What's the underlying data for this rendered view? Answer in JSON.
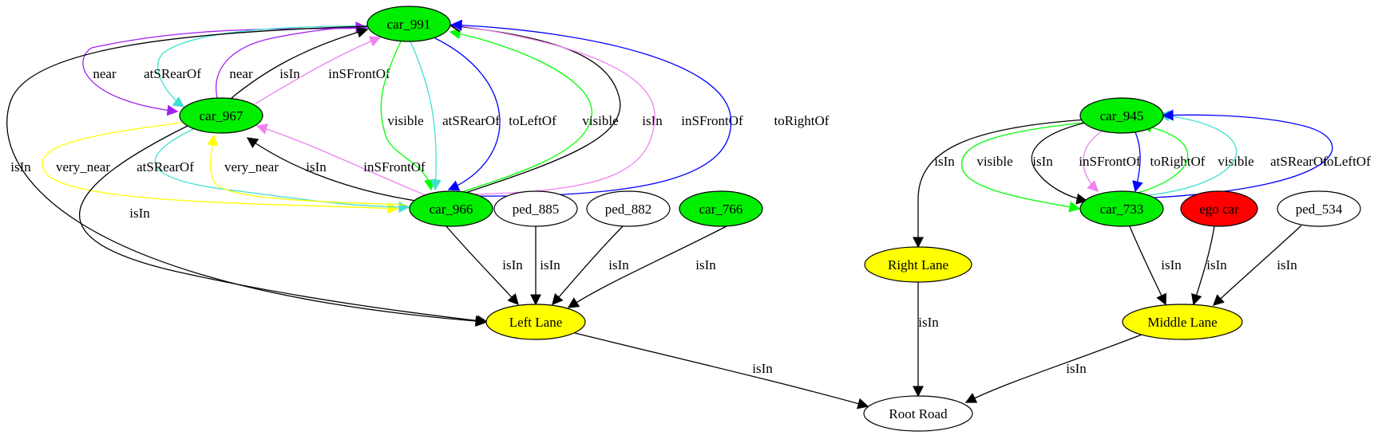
{
  "colors": {
    "green": "#00ee00",
    "yellow": "#ffff00",
    "red": "#ff0000",
    "white": "#ffffff",
    "black": "#000000",
    "purple": "#a020f0",
    "turquoise": "#40e0d0",
    "blue": "#0000ff",
    "violet": "#ee82ee",
    "lime": "#00ff00",
    "gold": "#ffff00"
  },
  "graph": {
    "nodes": [
      {
        "id": "car_991",
        "label": "car_991",
        "fill": "green"
      },
      {
        "id": "car_967",
        "label": "car_967",
        "fill": "green"
      },
      {
        "id": "car_966",
        "label": "car_966",
        "fill": "green"
      },
      {
        "id": "ped_885",
        "label": "ped_885",
        "fill": "white"
      },
      {
        "id": "ped_882",
        "label": "ped_882",
        "fill": "white"
      },
      {
        "id": "car_766",
        "label": "car_766",
        "fill": "green"
      },
      {
        "id": "left_lane",
        "label": "Left Lane",
        "fill": "yellow"
      },
      {
        "id": "car_945",
        "label": "car_945",
        "fill": "green"
      },
      {
        "id": "car_733",
        "label": "car_733",
        "fill": "green"
      },
      {
        "id": "ego_car",
        "label": "ego car",
        "fill": "red"
      },
      {
        "id": "ped_534",
        "label": "ped_534",
        "fill": "white"
      },
      {
        "id": "right_lane",
        "label": "Right Lane",
        "fill": "yellow"
      },
      {
        "id": "middle_lane",
        "label": "Middle Lane",
        "fill": "yellow"
      },
      {
        "id": "root_road",
        "label": "Root Road",
        "fill": "white"
      }
    ],
    "edges": [
      {
        "id": "e01",
        "from": "car_991",
        "to": "car_967",
        "label": "near",
        "color": "purple"
      },
      {
        "id": "e02",
        "from": "car_991",
        "to": "car_967",
        "label": "atSRearOf",
        "color": "turquoise"
      },
      {
        "id": "e03",
        "from": "car_967",
        "to": "car_991",
        "label": "near",
        "color": "purple"
      },
      {
        "id": "e04",
        "from": "car_967",
        "to": "car_991",
        "label": "isIn",
        "color": "black"
      },
      {
        "id": "e05",
        "from": "car_967",
        "to": "car_991",
        "label": "inSFrontOf",
        "color": "violet"
      },
      {
        "id": "e06",
        "from": "car_991",
        "to": "left_lane",
        "label": "isIn",
        "color": "black"
      },
      {
        "id": "e07",
        "from": "car_991",
        "to": "car_966",
        "label": "visible",
        "color": "lime"
      },
      {
        "id": "e08",
        "from": "car_991",
        "to": "car_966",
        "label": "atSRearOf",
        "color": "turquoise"
      },
      {
        "id": "e09",
        "from": "car_991",
        "to": "car_966",
        "label": "toLeftOf",
        "color": "blue"
      },
      {
        "id": "e10",
        "from": "car_966",
        "to": "car_991",
        "label": "visible",
        "color": "lime"
      },
      {
        "id": "e11",
        "from": "car_966",
        "to": "car_991",
        "label": "isIn",
        "color": "black"
      },
      {
        "id": "e12",
        "from": "car_966",
        "to": "car_991",
        "label": "inSFrontOf",
        "color": "violet"
      },
      {
        "id": "e13",
        "from": "car_966",
        "to": "car_991",
        "label": "toRightOf",
        "color": "blue"
      },
      {
        "id": "e14",
        "from": "car_967",
        "to": "car_966",
        "label": "very_near",
        "color": "gold"
      },
      {
        "id": "e15",
        "from": "car_967",
        "to": "car_966",
        "label": "atSRearOf",
        "color": "turquoise"
      },
      {
        "id": "e16",
        "from": "car_966",
        "to": "car_967",
        "label": "very_near",
        "color": "gold"
      },
      {
        "id": "e17",
        "from": "car_966",
        "to": "car_967",
        "label": "isIn",
        "color": "black"
      },
      {
        "id": "e18",
        "from": "car_966",
        "to": "car_967",
        "label": "inSFrontOf",
        "color": "violet"
      },
      {
        "id": "e19",
        "from": "car_967",
        "to": "left_lane",
        "label": "isIn",
        "color": "black"
      },
      {
        "id": "e20",
        "from": "car_966",
        "to": "left_lane",
        "label": "isIn",
        "color": "black"
      },
      {
        "id": "e21",
        "from": "ped_885",
        "to": "left_lane",
        "label": "isIn",
        "color": "black"
      },
      {
        "id": "e22",
        "from": "ped_882",
        "to": "left_lane",
        "label": "isIn",
        "color": "black"
      },
      {
        "id": "e23",
        "from": "car_766",
        "to": "left_lane",
        "label": "isIn",
        "color": "black"
      },
      {
        "id": "e24",
        "from": "left_lane",
        "to": "root_road",
        "label": "isIn",
        "color": "black"
      },
      {
        "id": "e25",
        "from": "car_945",
        "to": "right_lane",
        "label": "isIn",
        "color": "black"
      },
      {
        "id": "e26",
        "from": "car_945",
        "to": "car_733",
        "label": "visible",
        "color": "lime"
      },
      {
        "id": "e27",
        "from": "car_945",
        "to": "car_733",
        "label": "isIn",
        "color": "black"
      },
      {
        "id": "e28",
        "from": "car_945",
        "to": "car_733",
        "label": "inSFrontOf",
        "color": "violet"
      },
      {
        "id": "e29",
        "from": "car_945",
        "to": "car_733",
        "label": "toRightOf",
        "color": "blue"
      },
      {
        "id": "e30",
        "from": "car_733",
        "to": "car_945",
        "label": "visible",
        "color": "lime"
      },
      {
        "id": "e31",
        "from": "car_733",
        "to": "car_945",
        "label": "atSRearOf",
        "color": "turquoise"
      },
      {
        "id": "e32",
        "from": "car_733",
        "to": "car_945",
        "label": "toLeftOf",
        "color": "blue"
      },
      {
        "id": "e33",
        "from": "car_733",
        "to": "middle_lane",
        "label": "isIn",
        "color": "black"
      },
      {
        "id": "e34",
        "from": "ego_car",
        "to": "middle_lane",
        "label": "isIn",
        "color": "black"
      },
      {
        "id": "e35",
        "from": "ped_534",
        "to": "middle_lane",
        "label": "isIn",
        "color": "black"
      },
      {
        "id": "e36",
        "from": "right_lane",
        "to": "root_road",
        "label": "isIn",
        "color": "black"
      },
      {
        "id": "e37",
        "from": "middle_lane",
        "to": "root_road",
        "label": "isIn",
        "color": "black"
      }
    ]
  }
}
